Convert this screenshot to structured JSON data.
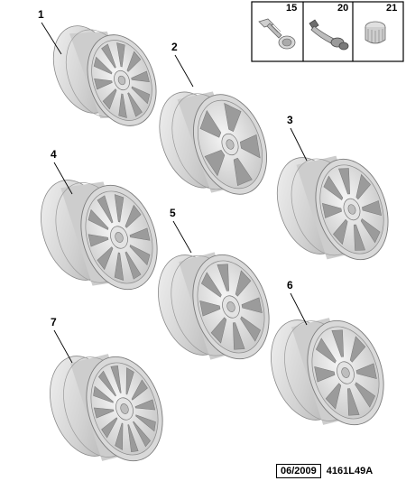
{
  "diagram": {
    "wheel_callouts": [
      "1",
      "2",
      "3",
      "4",
      "5",
      "6",
      "7"
    ],
    "inset": {
      "items": [
        {
          "number": "15",
          "part": "wheel-bolt"
        },
        {
          "number": "20",
          "part": "tyre-valve"
        },
        {
          "number": "21",
          "part": "bolt-cap"
        }
      ]
    },
    "footer": {
      "date": "06/2009",
      "reference": "4161L49A"
    }
  }
}
